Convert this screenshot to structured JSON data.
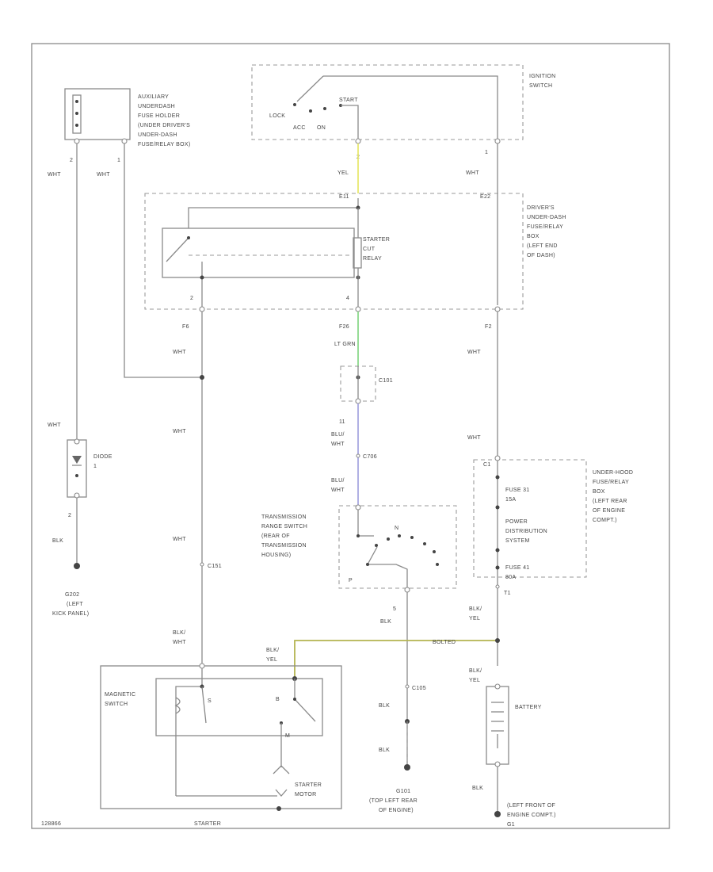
{
  "colors": {
    "wire": "#8a8a8a",
    "yel_wire": "#e8e870",
    "lt_grn_wire": "#8ad88a",
    "blu_wht_wire": "#a8a8e0",
    "blk_yel_wire": "#b4b450",
    "text": "#444444"
  },
  "labels": {
    "ignition_switch": [
      "IGNITION",
      "SWITCH"
    ],
    "lock": "LOCK",
    "start": "START",
    "acc": "ACC",
    "on": "ON",
    "aux_box": [
      "AUXILIARY",
      "UNDERDASH",
      "FUSE HOLDER",
      "(UNDER DRIVER'S",
      "UNDER-DASH",
      "FUSE/RELAY BOX)"
    ],
    "drivers_box": [
      "DRIVER'S",
      "UNDER-DASH",
      "FUSE/RELAY",
      "BOX",
      "(LEFT END",
      "OF DASH)"
    ],
    "starter_cut_relay": [
      "STARTER",
      "CUT",
      "RELAY"
    ],
    "c101_top": "C101",
    "c706": "C706",
    "c151": "C151",
    "c105": "C105",
    "diode": [
      "DIODE",
      "1"
    ],
    "g202": [
      "G202",
      "(LEFT",
      "KICK PANEL)"
    ],
    "underhood_box": [
      "UNDER-HOOD",
      "FUSE/RELAY",
      "BOX",
      "(LEFT REAR",
      "OF ENGINE",
      "COMPT.)"
    ],
    "fuse31": [
      "FUSE 31",
      "15A"
    ],
    "pds": [
      "POWER",
      "DISTRIBUTION",
      "SYSTEM"
    ],
    "fuse41": [
      "FUSE 41",
      "80A"
    ],
    "trans_switch": [
      "TRANSMISSION",
      "RANGE SWITCH",
      "(REAR OF",
      "TRANSMISSION",
      "HOUSING)"
    ],
    "trans_n": "N",
    "trans_p": "P",
    "magnetic_switch": [
      "MAGNETIC",
      "SWITCH"
    ],
    "mag_s": "S",
    "mag_b": "B",
    "motor_m": "M",
    "starter_motor": [
      "STARTER",
      "MOTOR"
    ],
    "battery": "BATTERY",
    "g101": [
      "G101",
      "(TOP LEFT REAR",
      "OF ENGINE)"
    ],
    "left_front": [
      "(LEFT FRONT OF",
      "ENGINE COMPT.)",
      "G1"
    ],
    "bolted": "BOLTED",
    "footer_left": "128866",
    "footer_center": "STARTER",
    "pin_2_yel": "2",
    "yel": "YEL",
    "pin_1": "1",
    "wht_1": "WHT",
    "aux_pin2": "2",
    "aux_pin1": "1",
    "wht_a": "WHT",
    "wht_b": "WHT",
    "e11": "E11",
    "e22": "E22",
    "pin_2r": "2",
    "pin_4r": "4",
    "f6": "F6",
    "f26": "F26",
    "f2": "F2",
    "lt_grn": "LT GRN",
    "wht_f6": "WHT",
    "wht_f2": "WHT",
    "wht_mid": "WHT",
    "wht_left": "WHT",
    "c1_pin": "11",
    "blu_wht_1": [
      "BLU/",
      "WHT"
    ],
    "blu_wht_2": [
      "BLU/",
      "WHT"
    ],
    "wht_under": "WHT",
    "diode_pin2": "2",
    "blk_g202": "BLK",
    "wht_c151": "WHT",
    "trans_pin": "5",
    "blk_trans": "BLK",
    "blk_wht_mag": [
      "BLK/",
      "WHT"
    ],
    "blk_yel_mag": [
      "BLK/",
      "YEL"
    ],
    "blk_yel_bat1": [
      "BLK/",
      "YEL"
    ],
    "blk_yel_bat2": [
      "BLK/",
      "YEL"
    ],
    "t1": "T1",
    "blk_c105a": "BLK",
    "blk_c105b": "BLK",
    "blk_bat": "BLK",
    "c1_uh": "C1"
  }
}
